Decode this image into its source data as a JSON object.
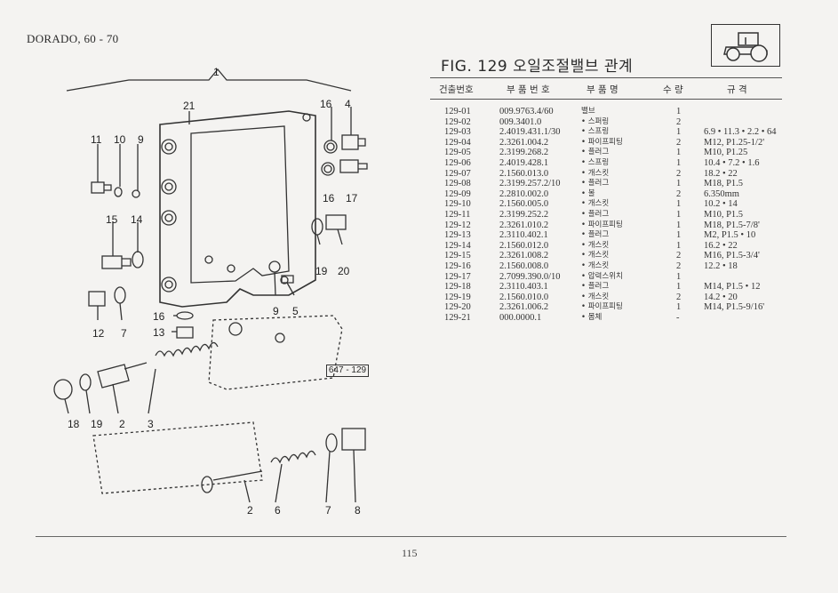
{
  "header": {
    "model": "DORADO, 60 - 70"
  },
  "figure": {
    "title": "FIG. 129 오일조절밸브 관계",
    "reference": "647 - 129"
  },
  "columns": {
    "ref": "건출번호",
    "part_number": "부 품 번 호",
    "part_name": "부 품 명",
    "qty": "수 량",
    "spec": "규 격"
  },
  "parts": [
    {
      "ref": "129-01",
      "number": "009.9763.4/60",
      "name": "밸브",
      "qty": "1",
      "spec": ""
    },
    {
      "ref": "129-02",
      "number": "009.3401.0",
      "name": "• 스퍼링",
      "qty": "2",
      "spec": ""
    },
    {
      "ref": "129-03",
      "number": "2.4019.431.1/30",
      "name": "• 스프링",
      "qty": "1",
      "spec": "6.9 • 11.3 • 2.2 • 64"
    },
    {
      "ref": "129-04",
      "number": "2.3261.004.2",
      "name": "• 파이프피팅",
      "qty": "2",
      "spec": "M12, P1.25-1/2'"
    },
    {
      "ref": "129-05",
      "number": "2.3199.268.2",
      "name": "• 플러그",
      "qty": "1",
      "spec": "M10, P1.25"
    },
    {
      "ref": "129-06",
      "number": "2.4019.428.1",
      "name": "• 스프링",
      "qty": "1",
      "spec": "10.4 • 7.2 • 1.6"
    },
    {
      "ref": "129-07",
      "number": "2.1560.013.0",
      "name": "• 개스킷",
      "qty": "2",
      "spec": "18.2 • 22"
    },
    {
      "ref": "129-08",
      "number": "2.3199.257.2/10",
      "name": "• 플러그",
      "qty": "1",
      "spec": "M18, P1.5"
    },
    {
      "ref": "129-09",
      "number": "2.2810.002.0",
      "name": "• 볼",
      "qty": "2",
      "spec": "6.350mm"
    },
    {
      "ref": "129-10",
      "number": "2.1560.005.0",
      "name": "• 개스킷",
      "qty": "1",
      "spec": "10.2 • 14"
    },
    {
      "ref": "129-11",
      "number": "2.3199.252.2",
      "name": "• 플러그",
      "qty": "1",
      "spec": "M10, P1.5"
    },
    {
      "ref": "129-12",
      "number": "2.3261.010.2",
      "name": "• 파이프피팅",
      "qty": "1",
      "spec": "M18, P1.5-7/8'"
    },
    {
      "ref": "129-13",
      "number": "2.3110.402.1",
      "name": "• 플러그",
      "qty": "1",
      "spec": "M2, P1.5 • 10"
    },
    {
      "ref": "129-14",
      "number": "2.1560.012.0",
      "name": "• 개스킷",
      "qty": "1",
      "spec": "16.2 • 22"
    },
    {
      "ref": "129-15",
      "number": "2.3261.008.2",
      "name": "• 개스킷",
      "qty": "2",
      "spec": "M16, P1.5-3/4'"
    },
    {
      "ref": "129-16",
      "number": "2.1560.008.0",
      "name": "• 개스킷",
      "qty": "2",
      "spec": "12.2 • 18"
    },
    {
      "ref": "129-17",
      "number": "2.7099.390.0/10",
      "name": "• 압력스위치",
      "qty": "1",
      "spec": ""
    },
    {
      "ref": "129-18",
      "number": "2.3110.403.1",
      "name": "• 플러그",
      "qty": "1",
      "spec": "M14, P1.5 • 12"
    },
    {
      "ref": "129-19",
      "number": "2.1560.010.0",
      "name": "• 개스킷",
      "qty": "2",
      "spec": "14.2 • 20"
    },
    {
      "ref": "129-20",
      "number": "2.3261.006.2",
      "name": "• 파이프피팅",
      "qty": "1",
      "spec": "M14, P1.5-9/16'"
    },
    {
      "ref": "129-21",
      "number": "000.0000.1",
      "name": "• 몸체",
      "qty": "-",
      "spec": ""
    }
  ],
  "callouts": [
    "1",
    "21",
    "16",
    "4",
    "11",
    "10",
    "9",
    "16",
    "17",
    "15",
    "14",
    "19",
    "20",
    "9",
    "5",
    "16",
    "13",
    "12",
    "7",
    "18",
    "19",
    "2",
    "3",
    "2",
    "6",
    "7",
    "8"
  ],
  "footer": {
    "page": "115"
  }
}
